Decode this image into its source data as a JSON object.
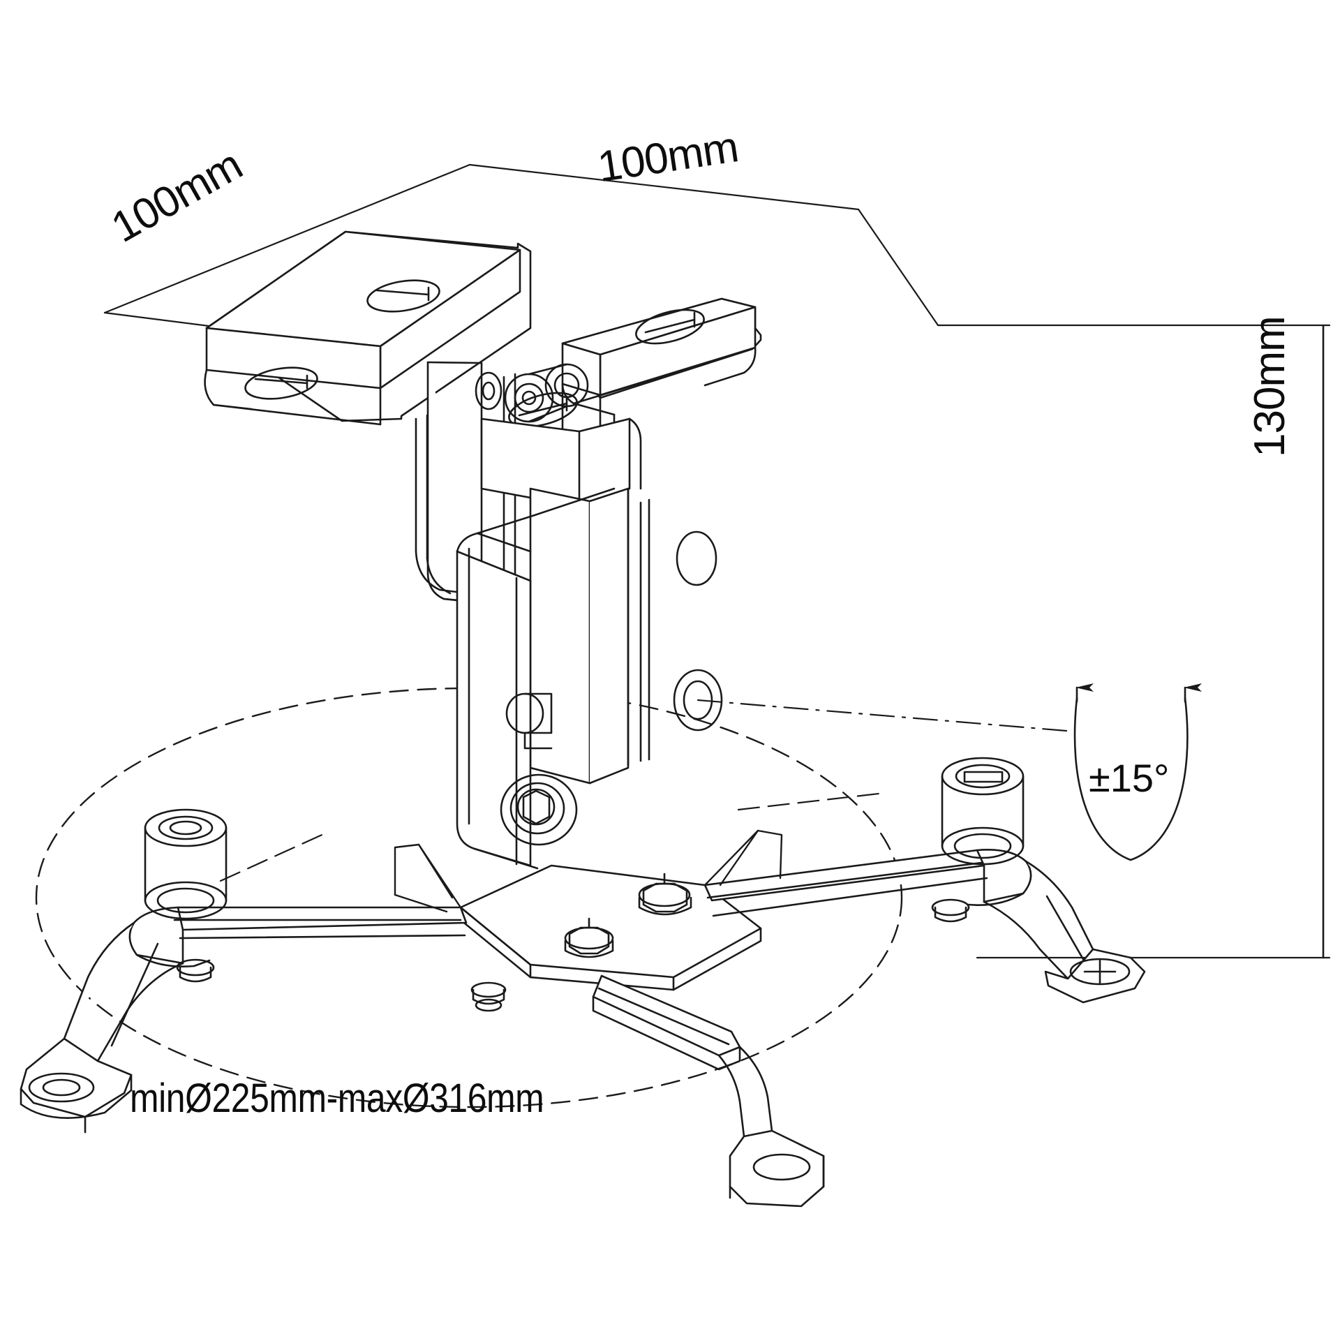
{
  "drawing": {
    "title": "Projector ceiling mount dimensional drawing",
    "subject": "projector-ceiling-mount",
    "view": "isometric",
    "line_color": "#1a1a1a",
    "background_color": "#ffffff"
  },
  "dimensions": {
    "ceiling_plate_depth": "100mm",
    "ceiling_plate_width": "100mm",
    "drop_height": "130mm",
    "tilt_angle": "±15°",
    "mounting_pattern": "minØ225mm-maxØ316mm"
  },
  "annotations": [
    {
      "name": "depth-dimension",
      "text": "100mm",
      "orientation": "rotated-left"
    },
    {
      "name": "width-dimension",
      "text": "100mm",
      "orientation": "rotated-top"
    },
    {
      "name": "height-dimension",
      "text": "130mm",
      "orientation": "vertical"
    },
    {
      "name": "tilt-dimension",
      "text": "±15°",
      "orientation": "horizontal"
    },
    {
      "name": "diameter-dimension",
      "text": "minØ225mm-maxØ316mm",
      "orientation": "horizontal"
    }
  ]
}
